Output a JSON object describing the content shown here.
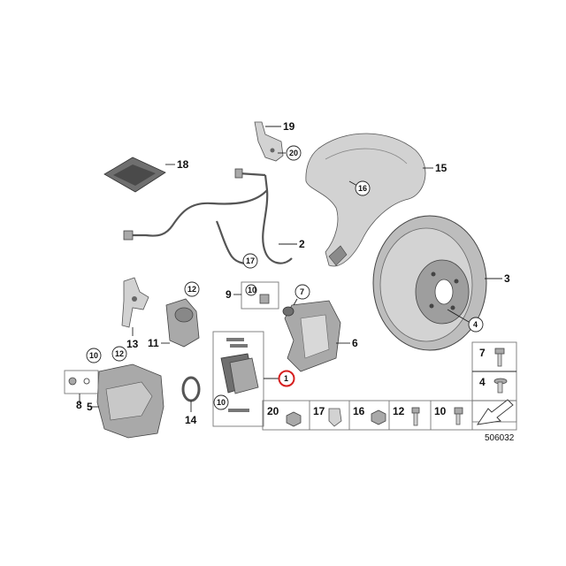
{
  "diagram": {
    "reference_number": "506032",
    "callouts": {
      "c1": "1",
      "c2": "2",
      "c3": "3",
      "c4": "4",
      "c5": "5",
      "c6": "6",
      "c7": "7",
      "c8": "8",
      "c9": "9",
      "c10a": "10",
      "c10b": "10",
      "c10c": "10",
      "c11": "11",
      "c12a": "12",
      "c12b": "12",
      "c13": "13",
      "c14": "14",
      "c15": "15",
      "c16": "16",
      "c17": "17",
      "c18": "18",
      "c19": "19",
      "c20": "20"
    },
    "small_parts_table": {
      "right_column": [
        "7",
        "4"
      ],
      "bottom_row": [
        "20",
        "17",
        "16",
        "12",
        "10"
      ]
    },
    "highlighted_callout": "1",
    "highlight_color": "#d61f1f"
  }
}
